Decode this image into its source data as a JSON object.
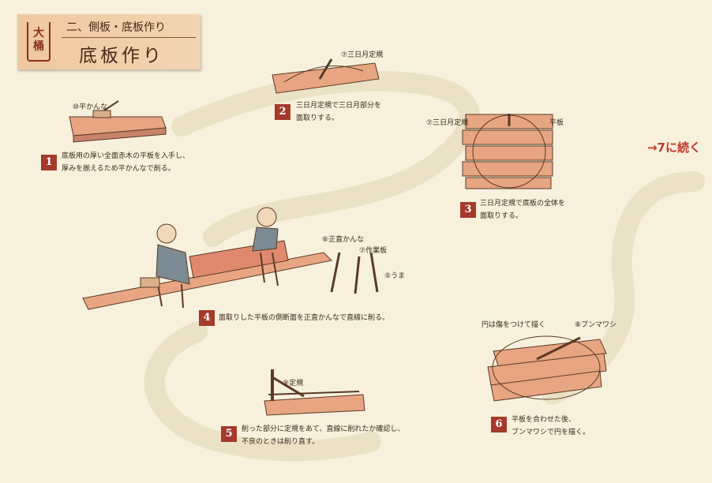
{
  "header": {
    "badge": "大桶",
    "subtitle": "二、側板・底板作り",
    "title": "底板作り"
  },
  "continue_text": "→7に続く",
  "steps": [
    {
      "num": "1",
      "line1": "底板用の厚い全面赤木の平板を入手し、",
      "line2": "厚みを揃えるため平かんなで削る。"
    },
    {
      "num": "2",
      "line1": "三日月定規で三日月部分を",
      "line2": "面取りする。"
    },
    {
      "num": "3",
      "line1": "三日月定規で底板の全体を",
      "line2": "面取りする。"
    },
    {
      "num": "4",
      "line1": "面取りした平板の側断面を正直かんなで直線に削る。"
    },
    {
      "num": "5",
      "line1": "削った部分に定規をあて、直線に削れたか確認し、",
      "line2": "不良のときは削り直す。"
    },
    {
      "num": "6",
      "line1": "平板を合わせた後、",
      "line2": "ブンマワシで円を描く。"
    }
  ],
  "labels": {
    "hiragannna": "⑩平かんな",
    "mikazuki1": "⑦三日月定規",
    "mikazuki3": "⑦三日月定規",
    "hiraita": "平板",
    "shoujiki": "⑥正直かんな",
    "sagyouban": "⑦作業板",
    "uma": "⑤うま",
    "jougi": "⑨定規",
    "en_note": "円は傷をつけて描く",
    "bunmawashi": "⑧ブンマワシ"
  }
}
